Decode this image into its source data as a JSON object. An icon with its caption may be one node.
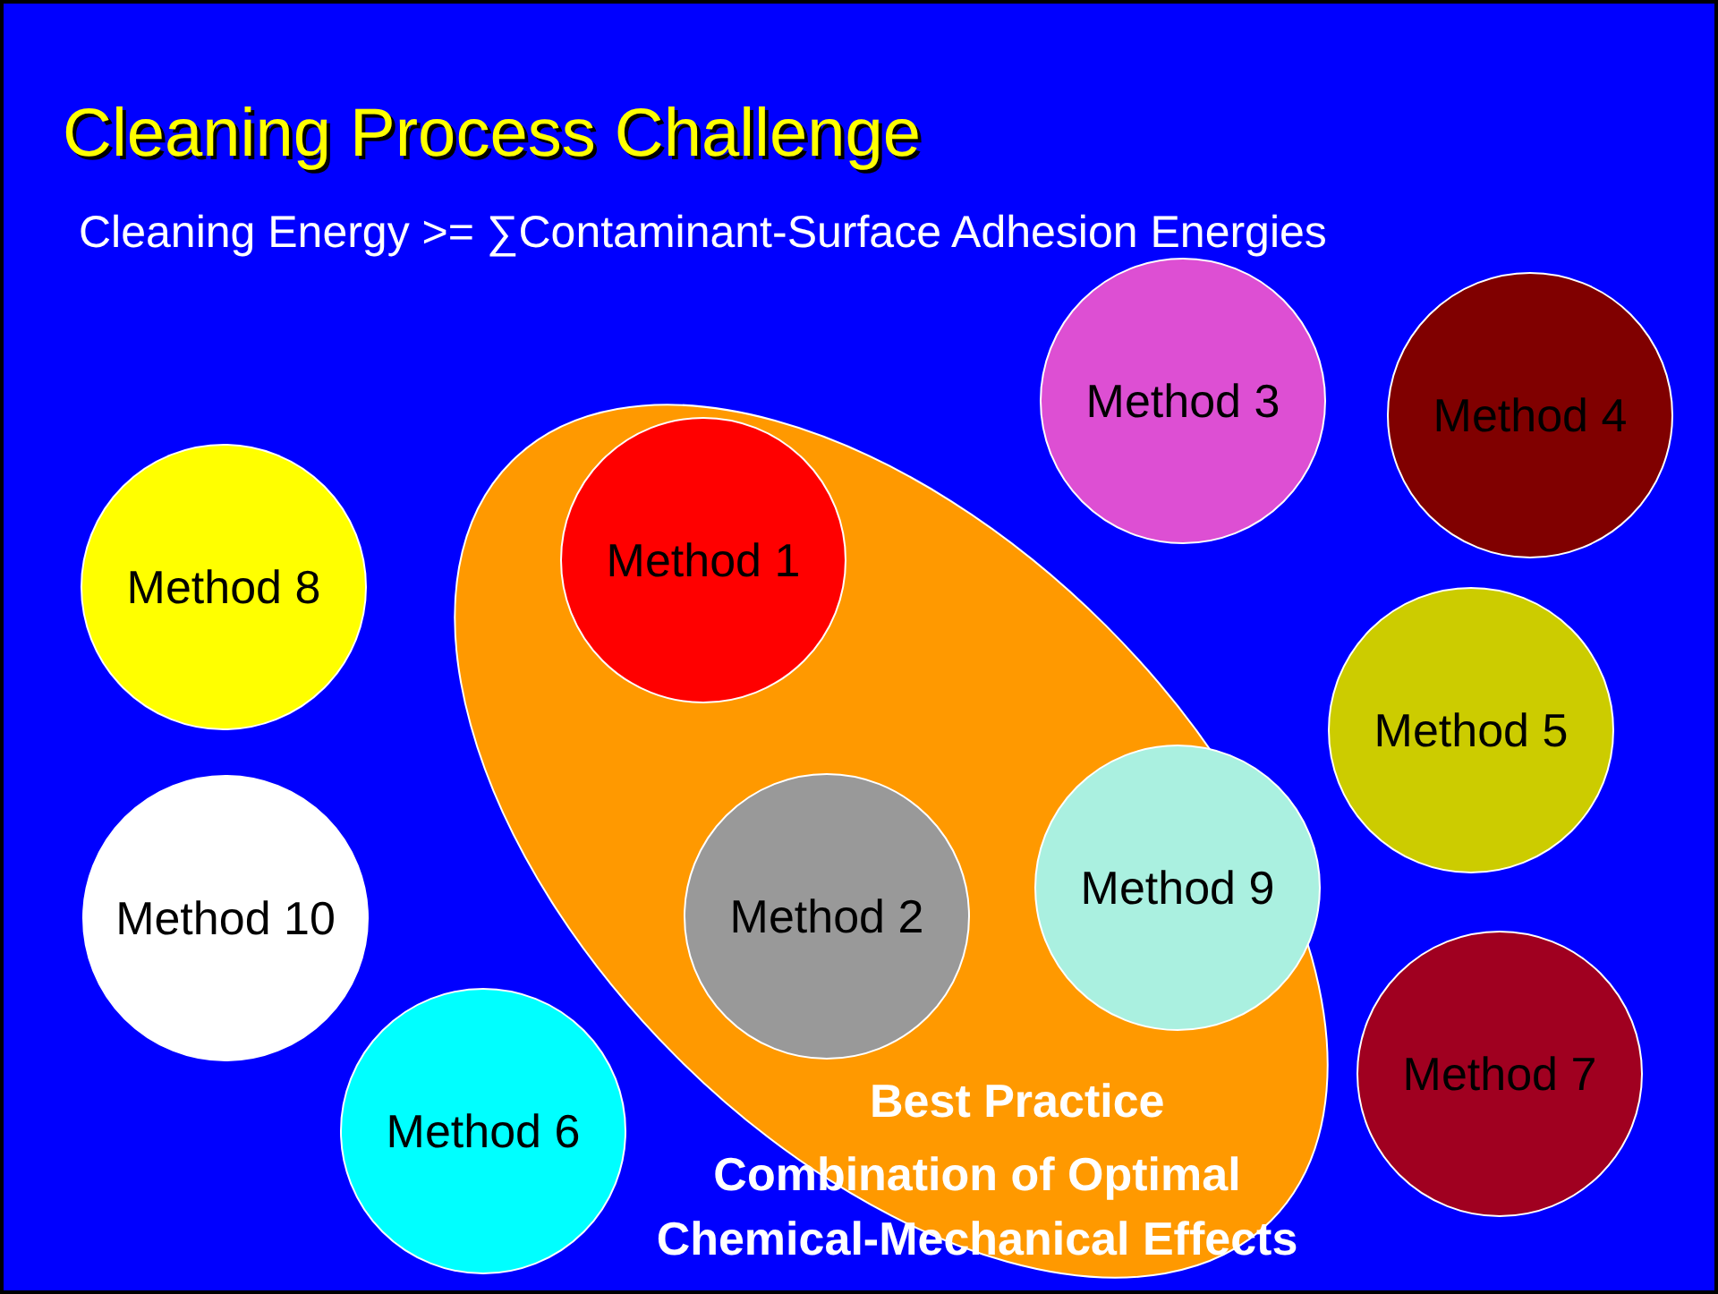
{
  "diagram": {
    "title": "Cleaning Process Challenge",
    "nodes": [
      {
        "text": [
          "Best Practice",
          "Combination of Optimal Chemical-Mechanical Effects"
        ]
      },
      {
        "text": [
          "Method 1"
        ],
        "in": 0
      },
      {
        "text": [
          "Method 2"
        ],
        "in": 0
      },
      {
        "text": [
          "Method 9"
        ],
        "in": 0
      },
      {
        "text": [
          "Method 3"
        ]
      },
      {
        "text": [
          "Method 4"
        ]
      },
      {
        "text": [
          "Method 8"
        ]
      },
      {
        "text": [
          "Method 5"
        ]
      },
      {
        "text": [
          "Method 10"
        ]
      },
      {
        "text": [
          "Method 7"
        ]
      },
      {
        "text": [
          "Method 6"
        ]
      }
    ],
    "labels": [
      "Cleaning Energy >= ∑Contaminant-Surface Adhesion Energies"
    ]
  }
}
